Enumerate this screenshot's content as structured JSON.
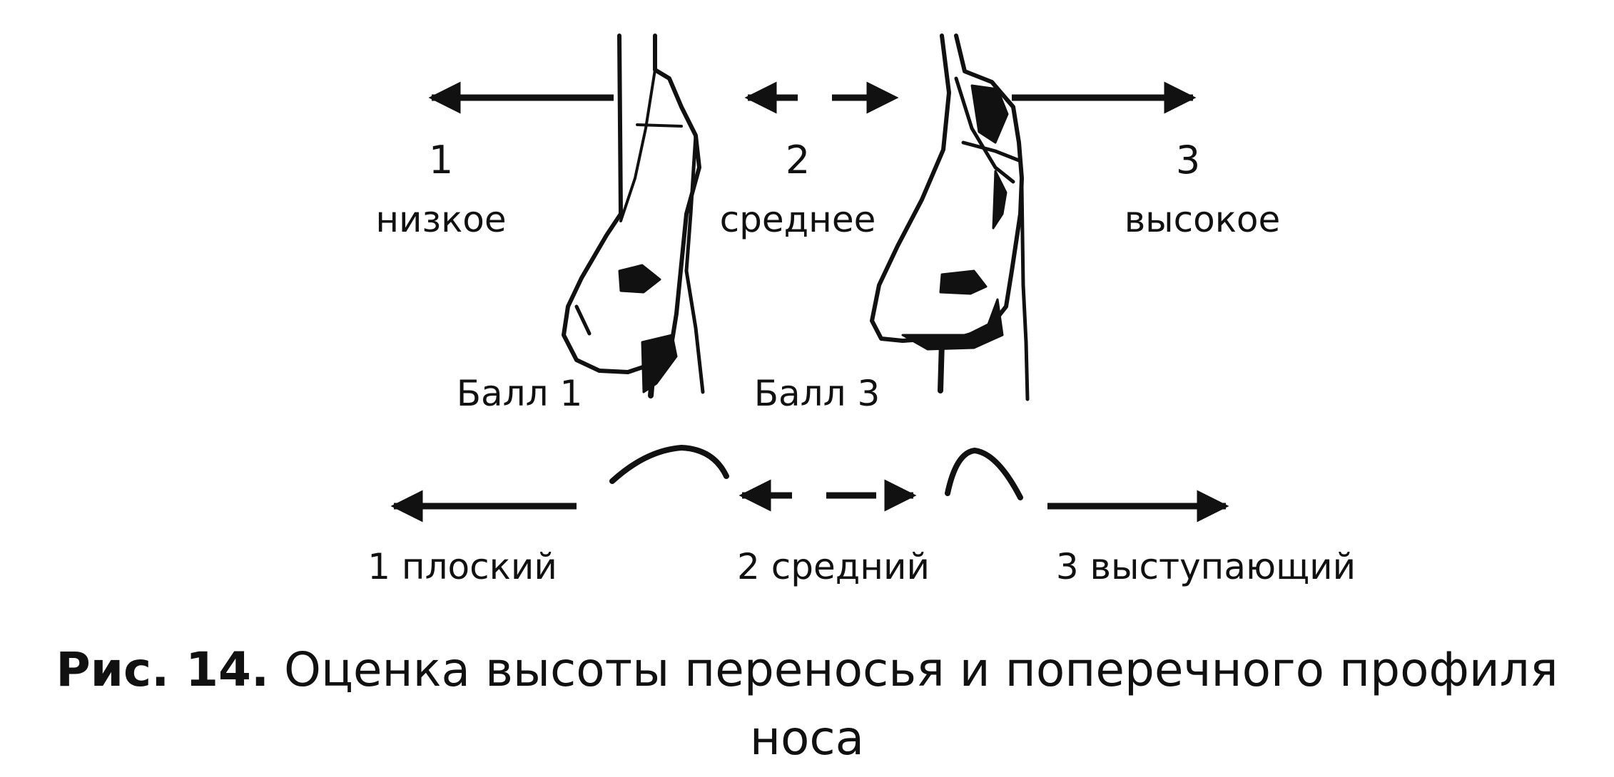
{
  "height_scale": {
    "levels": [
      {
        "number": "1",
        "label": "низкое"
      },
      {
        "number": "2",
        "label": "среднее"
      },
      {
        "number": "3",
        "label": "высокое"
      }
    ],
    "scores": [
      "Балл 1",
      "Балл 3"
    ]
  },
  "profile_scale": {
    "levels": [
      "1 плоский",
      "2 средний",
      "3 выступающий"
    ]
  },
  "caption": {
    "prefix": "Рис. 14.",
    "text": " Оценка высоты переносья и поперечного профиля носа"
  },
  "colors": {
    "ink": "#111111",
    "background": "#ffffff"
  },
  "icons": [
    "nose-profile-low-icon",
    "nose-profile-high-icon",
    "flat-curve-icon",
    "protruding-curve-icon"
  ]
}
